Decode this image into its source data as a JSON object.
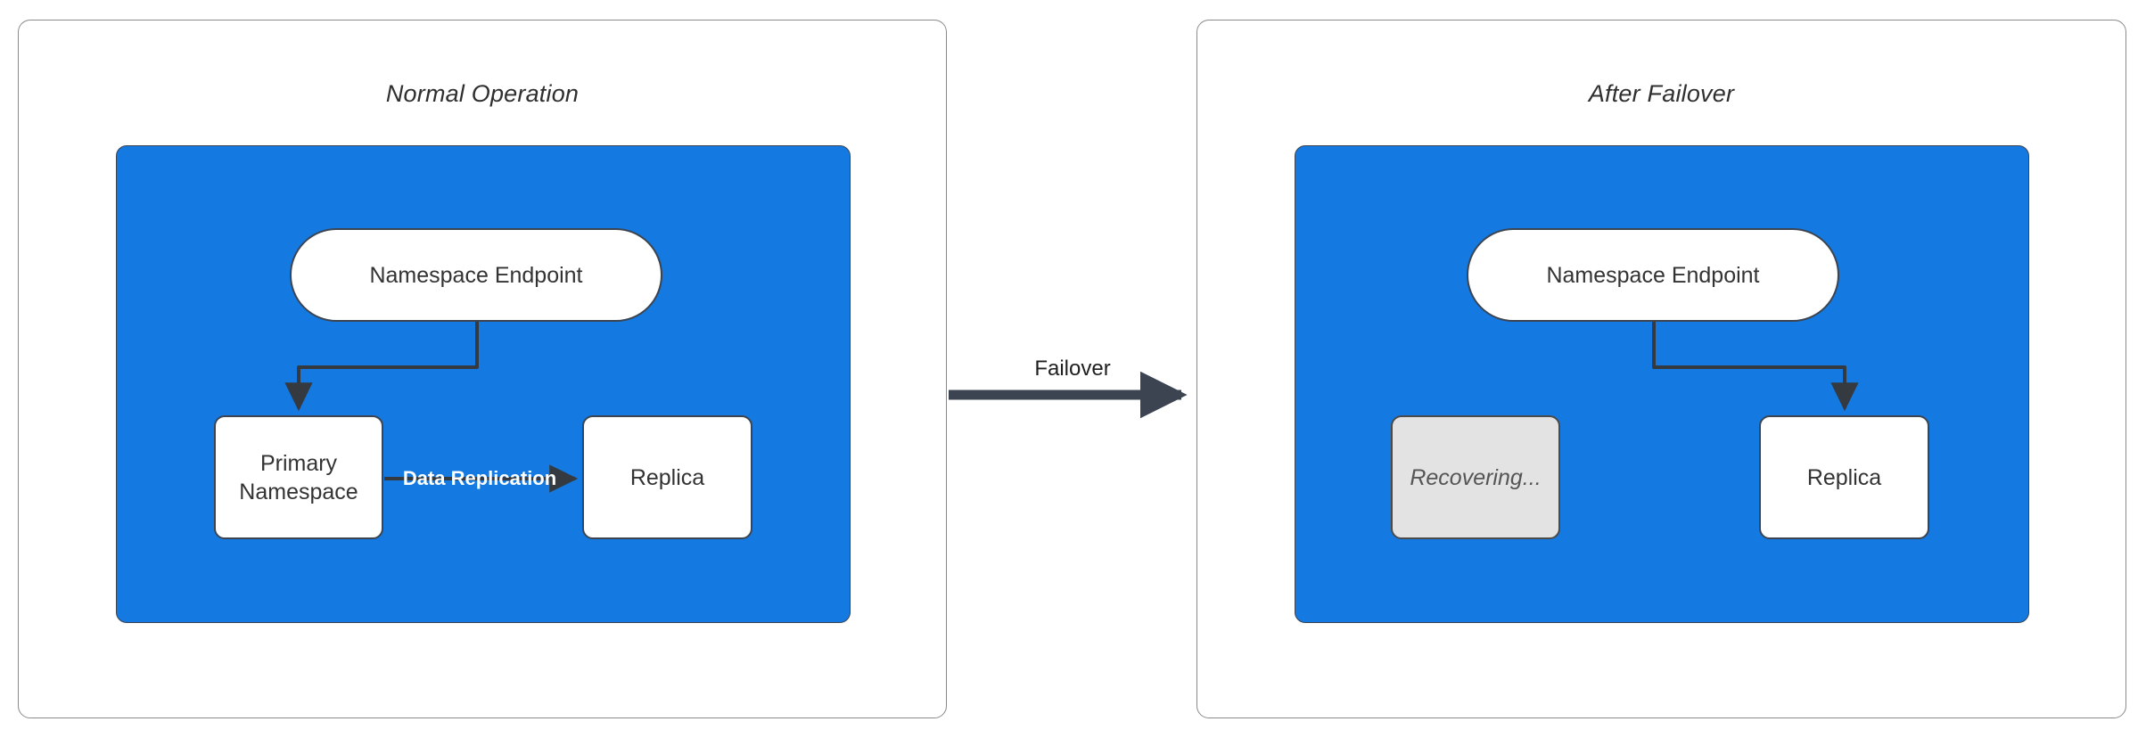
{
  "diagram": {
    "type": "flowchart",
    "background": "#ffffff",
    "colors": {
      "cluster_fill": "#1479e0",
      "node_fill": "#ffffff",
      "node_stroke": "#3b4450",
      "dim_fill": "#e3e3e3",
      "dim_text": "#555555",
      "edge_stroke": "#343a40",
      "panel_stroke": "#8a8a8a",
      "replication_label": "#ffffff"
    },
    "panels": [
      {
        "id": "normal",
        "title": "Normal Operation",
        "nodes": [
          {
            "id": "endpoint_left",
            "label": "Namespace Endpoint",
            "shape": "pill",
            "state": "active"
          },
          {
            "id": "primary",
            "label": "Primary\nNamespace",
            "label_line1": "Primary",
            "label_line2": "Namespace",
            "shape": "rect",
            "state": "active"
          },
          {
            "id": "replica_left",
            "label": "Replica",
            "shape": "rect",
            "state": "active"
          }
        ],
        "edges": [
          {
            "from": "endpoint_left",
            "to": "primary",
            "label": "",
            "style": "elbow"
          },
          {
            "from": "primary",
            "to": "replica_left",
            "label": "Data Replication",
            "style": "straight"
          }
        ]
      },
      {
        "id": "failover",
        "title": "After Failover",
        "nodes": [
          {
            "id": "endpoint_right",
            "label": "Namespace Endpoint",
            "shape": "pill",
            "state": "active"
          },
          {
            "id": "recovering",
            "label": "Recovering...",
            "shape": "rect",
            "state": "dimmed"
          },
          {
            "id": "replica_right",
            "label": "Replica",
            "shape": "rect",
            "state": "active"
          }
        ],
        "edges": [
          {
            "from": "endpoint_right",
            "to": "replica_right",
            "label": "",
            "style": "elbow"
          }
        ]
      }
    ],
    "transition": {
      "label": "Failover",
      "from_panel": "normal",
      "to_panel": "failover"
    }
  }
}
